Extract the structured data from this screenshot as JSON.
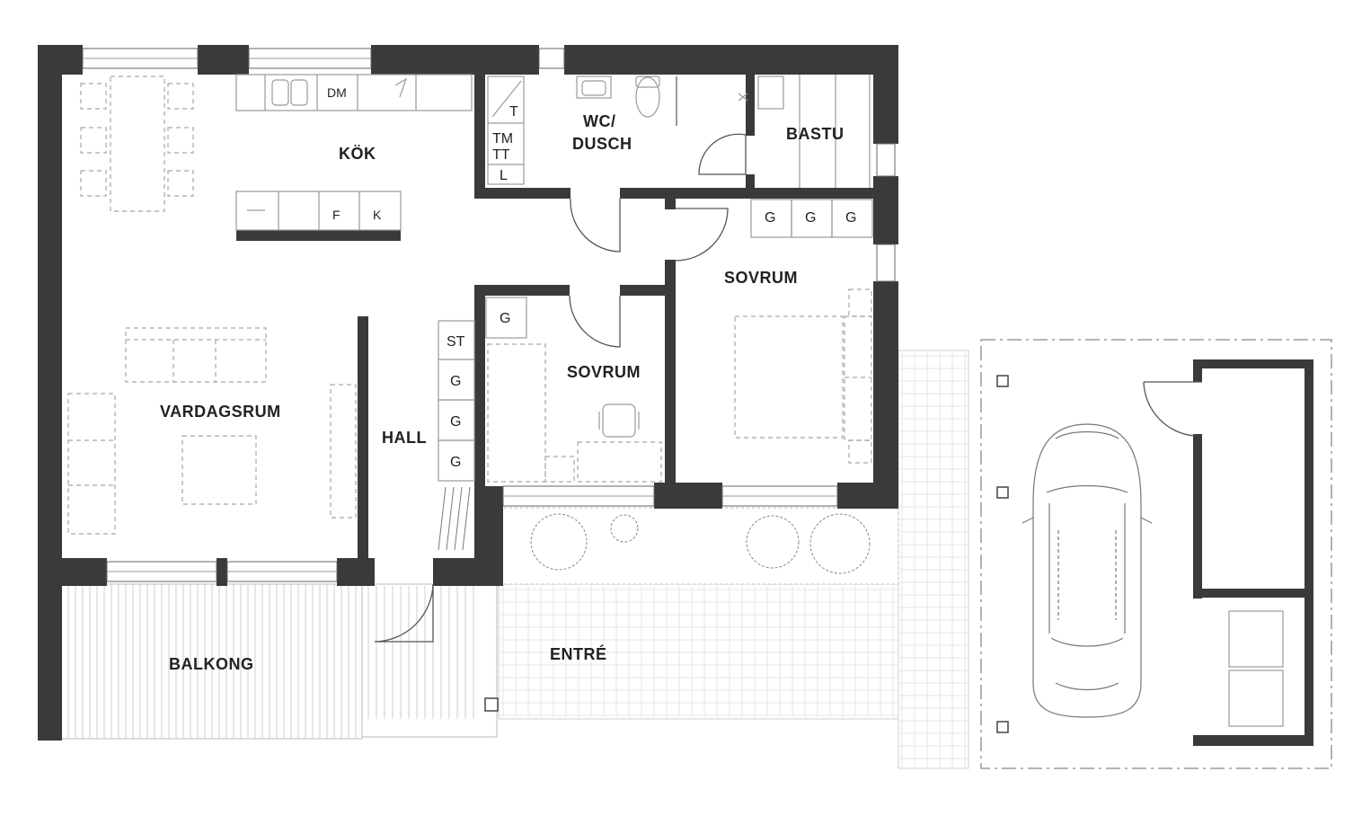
{
  "rooms": {
    "kok": "KÖK",
    "wc_line1": "WC/",
    "wc_line2": "DUSCH",
    "bastu": "BASTU",
    "sovrum_1": "SOVRUM",
    "sovrum_2": "SOVRUM",
    "vardagsrum": "VARDAGSRUM",
    "hall": "HALL",
    "balkong": "BALKONG",
    "entre": "ENTRÉ"
  },
  "fixtures": {
    "dishwasher": "DM",
    "fridge": "F",
    "freezer": "K",
    "laundry_t": "T",
    "laundry_tm": "TM",
    "laundry_tt": "TT",
    "laundry_l": "L",
    "hall_st": "ST",
    "wardrobe_g": "G"
  },
  "colors": {
    "wall": "#3a3a3c",
    "line": "#9a9a9a"
  }
}
